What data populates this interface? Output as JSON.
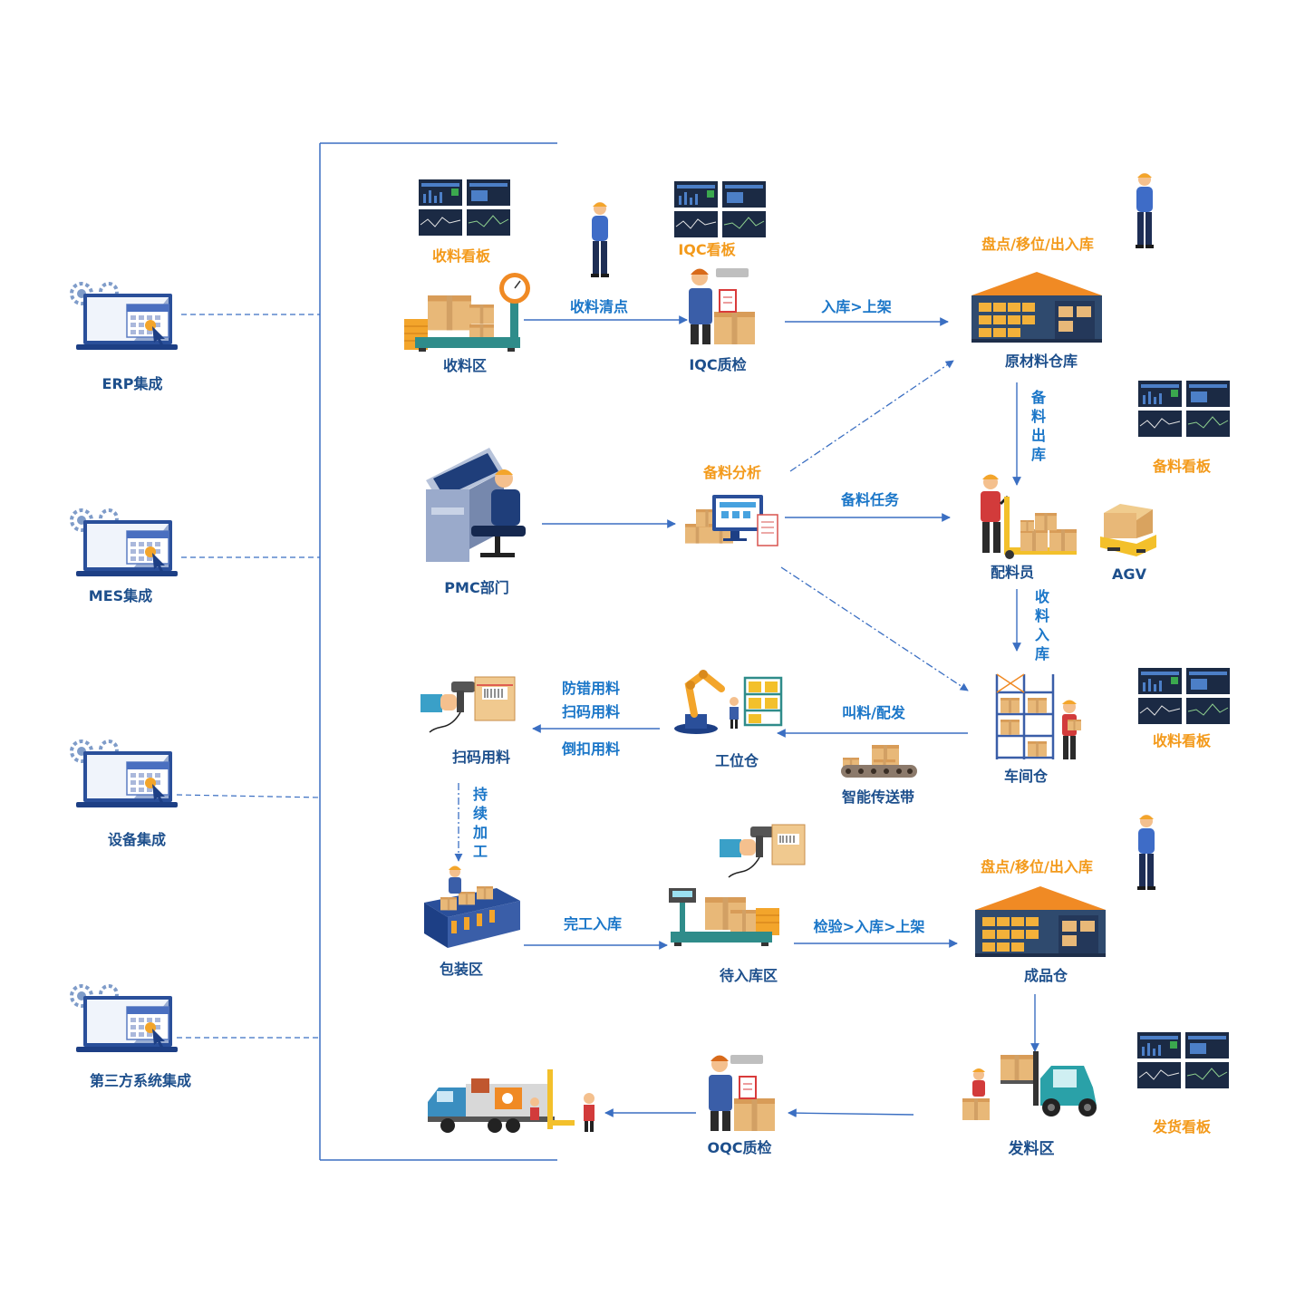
{
  "integrations": [
    {
      "label": "ERP集成"
    },
    {
      "label": "MES集成"
    },
    {
      "label": "设备集成"
    },
    {
      "label": "第三方系统集成"
    }
  ],
  "nodes": {
    "receiving_area": "收料区",
    "iqc": "IQC质检",
    "raw_warehouse": "原材料仓库",
    "pmc": "PMC部门",
    "stock_analysis": "备料分析",
    "material_handler": "配料员",
    "agv": "AGV",
    "scan_use": "扫码用料",
    "workstation_warehouse": "工位仓",
    "workshop_warehouse": "车间仓",
    "conveyor": "智能传送带",
    "packing_area": "包装区",
    "pending_area": "待入库区",
    "finished_warehouse": "成品仓",
    "shipping_area": "发料区",
    "oqc": "OQC质检"
  },
  "boards": {
    "receiving_board": "收料看板",
    "iqc_board": "IQC看板",
    "stock_board": "备料看板",
    "receiving_board_2": "收料看板",
    "shipping_board": "发货看板"
  },
  "edges": {
    "receive_count": "收料清点",
    "inbound_shelve": "入库>上架",
    "inventory_ops_1": "盘点/移位/出入库",
    "stock_out": "备料出库",
    "stock_task": "备料任务",
    "receive_inbound": "收料入库",
    "call_dispatch": "叫料/配发",
    "mistake_proof": "防错用料",
    "scan_material": "扫码用料",
    "backflush": "倒扣用料",
    "continue_process": "持续加工",
    "finish_inbound": "完工入库",
    "inspect_inbound_shelve": "检验>入库>上架",
    "inventory_ops_2": "盘点/移位/出入库"
  },
  "colors": {
    "line": "#3b6fc2",
    "label_blue": "#1a76c8",
    "label_orange": "#f39a1b",
    "label_dark": "#1d4f8c",
    "warehouse_roof": "#f08a24",
    "warehouse_body": "#2f4a6e",
    "box": "#e8b878",
    "monitor": "#1b2a44"
  },
  "icons": [
    "computer-gear-icon",
    "monitor-wall-icon",
    "worker-icon",
    "scale-icon",
    "warehouse-icon",
    "box-icon",
    "control-desk-icon",
    "agv-icon",
    "shelf-icon",
    "robot-arm-icon",
    "barcode-scanner-icon",
    "conveyor-icon",
    "truck-icon",
    "forklift-icon",
    "packing-line-icon"
  ]
}
